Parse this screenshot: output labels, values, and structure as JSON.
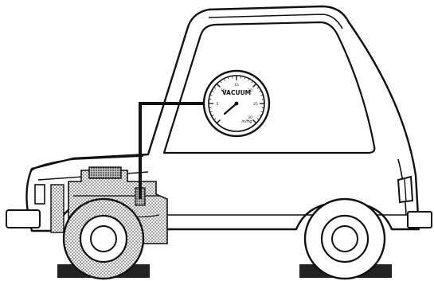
{
  "gauge": {
    "title": "VACUUM",
    "unit": "in/Hg",
    "tick_labels": [
      "5",
      "10",
      "15",
      "20",
      "25",
      "30"
    ]
  },
  "colors": {
    "ink": "#111111",
    "paper": "#ffffff",
    "engine_stipple": "#6d6d6d",
    "ground_pad": "#222222"
  },
  "icons": {
    "vehicle": "car-side-outline",
    "engine": "engine-stippled",
    "instrument": "vacuum-gauge",
    "connection": "vacuum-hose"
  }
}
